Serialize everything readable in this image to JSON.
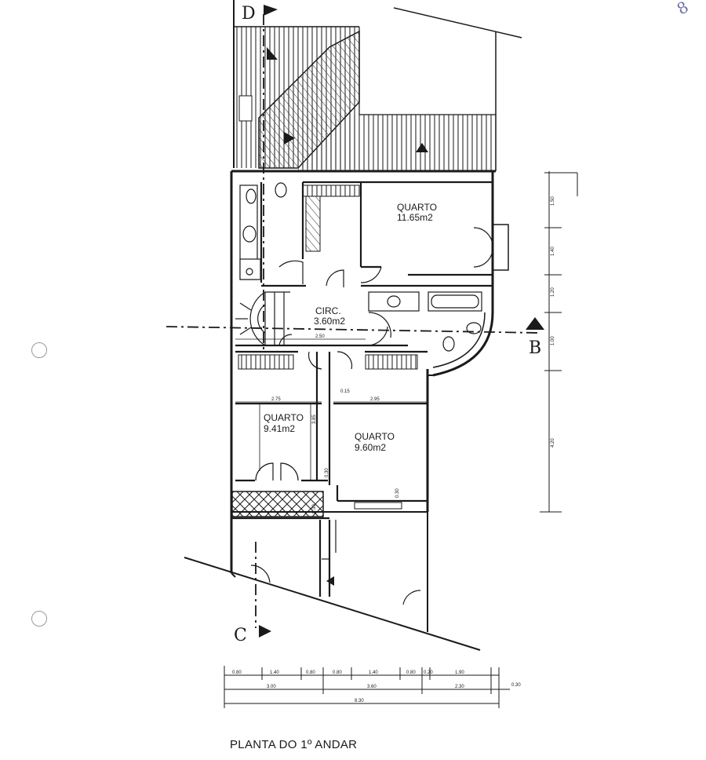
{
  "drawing": {
    "title": "PLANTA DO 1º ANDAR",
    "page_mark": "8"
  },
  "rooms": [
    {
      "name": "QUARTO",
      "area": "11.65m2"
    },
    {
      "name": "CIRC.",
      "area": "3.60m2"
    },
    {
      "name": "QUARTO",
      "area": "9.41m2"
    },
    {
      "name": "QUARTO",
      "area": "9.60m2"
    }
  ],
  "section_markers": [
    "D",
    "B",
    "C"
  ],
  "interior_dimensions": [
    "2.50",
    "2.75",
    "0.15",
    "2.95",
    "3.85",
    "0.30",
    "0.30",
    "0.30"
  ],
  "right_chain": [
    "1.50",
    "1.40",
    "1.20",
    "1.00",
    "4.20"
  ],
  "bottom_chain_top": [
    "0.80",
    "1.40",
    "0.80",
    "0.80",
    "1.40",
    "0.80",
    "0.20",
    "1.90"
  ],
  "bottom_chain_middle": [
    "3.00",
    "3.60",
    "2.30",
    "0.30"
  ],
  "bottom_total": "8.30"
}
